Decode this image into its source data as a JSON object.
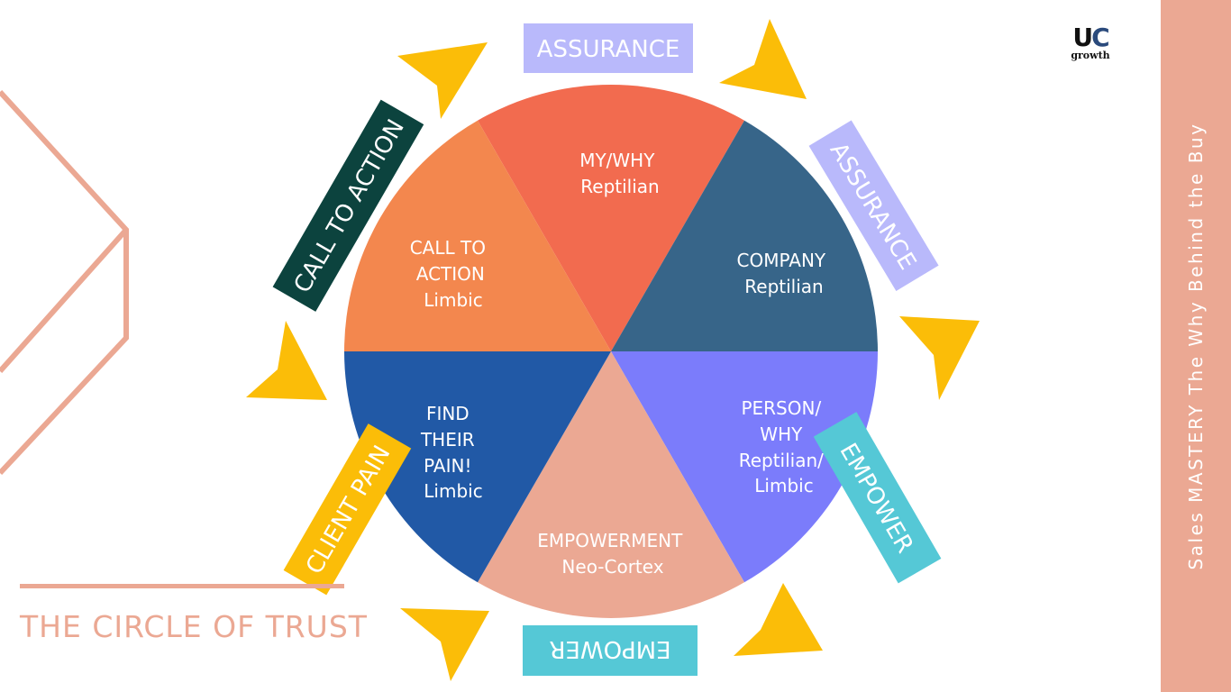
{
  "title": "THE CIRCLE OF TRUST",
  "sidebar_text": "Sales MASTERY  The Why Behind the Buy",
  "logo": {
    "mark_u": "U",
    "mark_c": "C",
    "sub": "growth"
  },
  "colors": {
    "accent": "#eba893",
    "arrow": "#fbbd08",
    "wedge_top": "#f26b4f",
    "wedge_upper_right": "#376589",
    "wedge_lower_right": "#7b7cfb",
    "wedge_bottom": "#eba893",
    "wedge_lower_left": "#2159a6",
    "wedge_upper_left": "#f3874e"
  },
  "wedges": {
    "top": [
      "MY/WHY",
      "Reptilian"
    ],
    "upper_right": [
      "COMPANY",
      "Reptilian"
    ],
    "lower_right": [
      "PERSON/",
      "WHY",
      "Reptilian/",
      "Limbic"
    ],
    "bottom": [
      "EMPOWERMENT",
      "Neo-Cortex"
    ],
    "lower_left": [
      "FIND",
      "THEIR",
      "PAIN!",
      "Limbic"
    ],
    "upper_left": [
      "CALL TO",
      "ACTION",
      "Limbic"
    ]
  },
  "badges": {
    "top": "ASSURANCE",
    "upper_right": "ASSURANCE",
    "lower_right": "EMPOWER",
    "bottom": "EMPOWER",
    "lower_left": "CLIENT PAIN",
    "upper_left": "CALL TO ACTION"
  }
}
